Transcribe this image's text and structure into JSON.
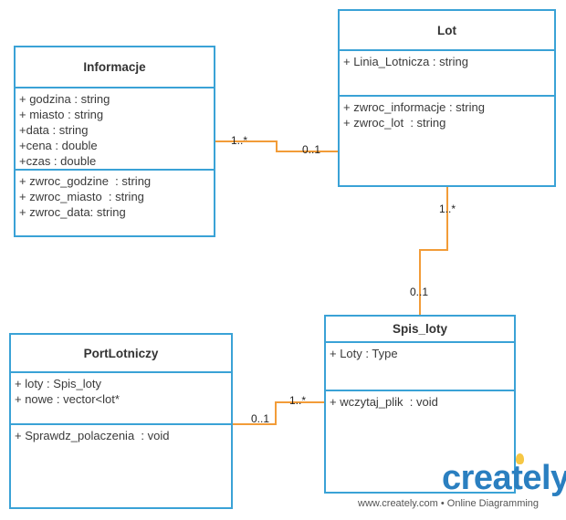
{
  "classes": {
    "informacje": {
      "name": "Informacje",
      "attributes": [
        "+ godzina : string",
        "+ miasto : string",
        "+data : string",
        "+cena : double",
        "+czas : double"
      ],
      "operations": [
        "+ zwroc_godzine  : string",
        "+ zwroc_miasto  : string",
        "+ zwroc_data: string"
      ]
    },
    "lot": {
      "name": "Lot",
      "attributes": [
        "+ Linia_Lotnicza : string"
      ],
      "operations": [
        "+ zwroc_informacje : string",
        "+ zwroc_lot  : string"
      ]
    },
    "spis_loty": {
      "name": "Spis_loty",
      "attributes": [
        "+ Loty : Type"
      ],
      "operations": [
        "+ wczytaj_plik  : void"
      ]
    },
    "port_lotniczy": {
      "name": "PortLotniczy",
      "attributes": [
        "+ loty : Spis_loty",
        "+ nowe : vector<lot*"
      ],
      "operations": [
        "+ Sprawdz_polaczenia  : void"
      ]
    }
  },
  "associations": {
    "informacje_lot": {
      "source_mult": "1..*",
      "target_mult": "0..1"
    },
    "lot_spis": {
      "source_mult": "1..*",
      "target_mult": "0..1"
    },
    "port_spis": {
      "source_mult": "0..1",
      "target_mult": "1..*"
    }
  },
  "colors": {
    "class_border": "#3aa2d6",
    "connector": "#f29c38",
    "logo": "#2a7fc0",
    "bulb": "#f6c744"
  },
  "branding": {
    "logo_text": "creately",
    "tagline": "www.creately.com • Online Diagramming"
  }
}
